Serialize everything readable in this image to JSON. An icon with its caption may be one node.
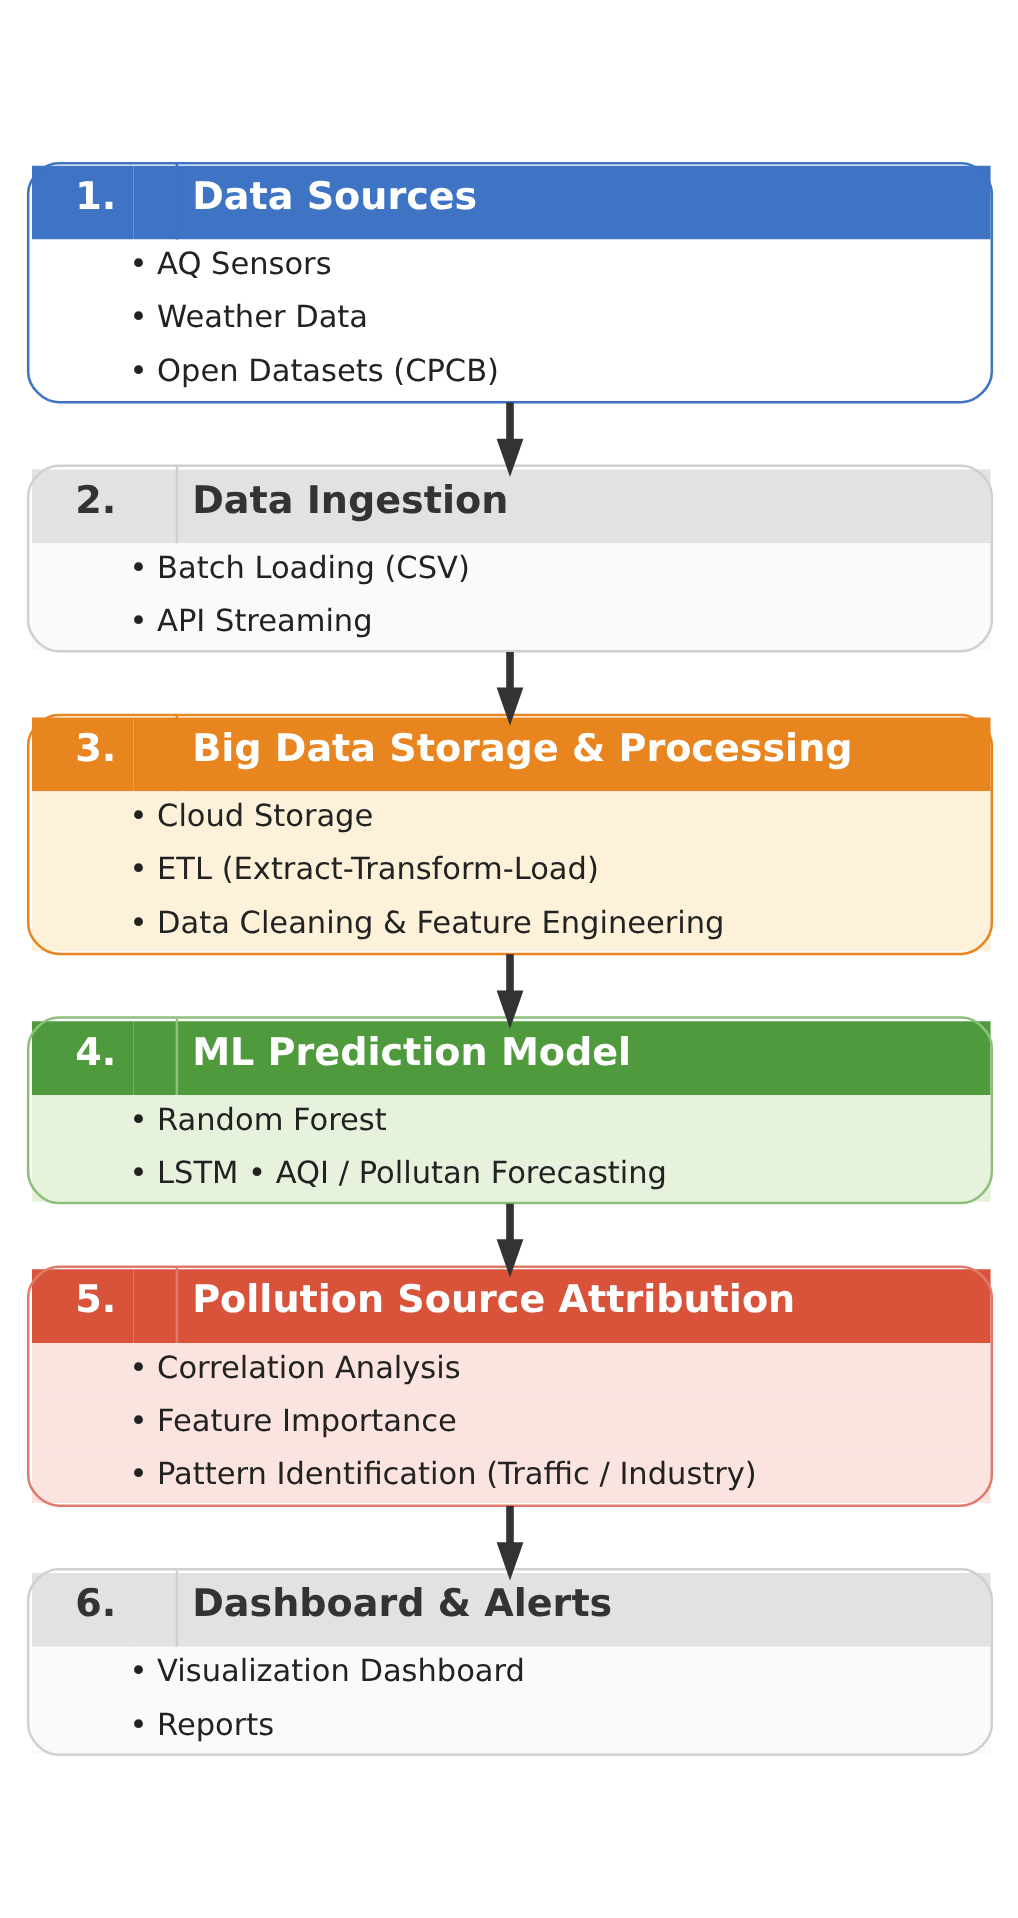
{
  "diagram": {
    "nodes": [
      {
        "text": [
          "1.",
          "Data Sources",
          "• AQ Sensors",
          "• Weather Data",
          "• Open Datasets (CPCB)"
        ]
      },
      {
        "text": [
          "2.",
          "Data Ingestion",
          "• Batch Loading (CSV)",
          "• API Streaming"
        ]
      },
      {
        "text": [
          "3.",
          "Big Data Storage & Processing",
          "• Cloud Storage",
          "• ETL (Extract-Transform-Load)",
          "• Data Cleaning & Feature Engineering"
        ]
      },
      {
        "text": [
          "4.",
          "ML Prediction Model",
          "• Random Forest",
          "• LSTM • AQI / Pollutan Forecasting"
        ]
      },
      {
        "text": [
          "5.",
          "Pollution Source Attribution",
          "• Correlation Analysis",
          "• Feature Importance",
          "• Pattern Identification (Traffic / Industry)"
        ]
      },
      {
        "text": [
          "6.",
          "Dashboard & Alerts",
          "• Visualization Dashboard",
          "• Reports"
        ]
      }
    ],
    "edges": [
      {
        "from": 0,
        "to": 1,
        "arrow": "to"
      },
      {
        "from": 1,
        "to": 2,
        "arrow": "to"
      },
      {
        "from": 2,
        "to": 3,
        "arrow": "to"
      },
      {
        "from": 3,
        "to": 4,
        "arrow": "to"
      },
      {
        "from": 4,
        "to": 5,
        "arrow": "to"
      }
    ]
  }
}
